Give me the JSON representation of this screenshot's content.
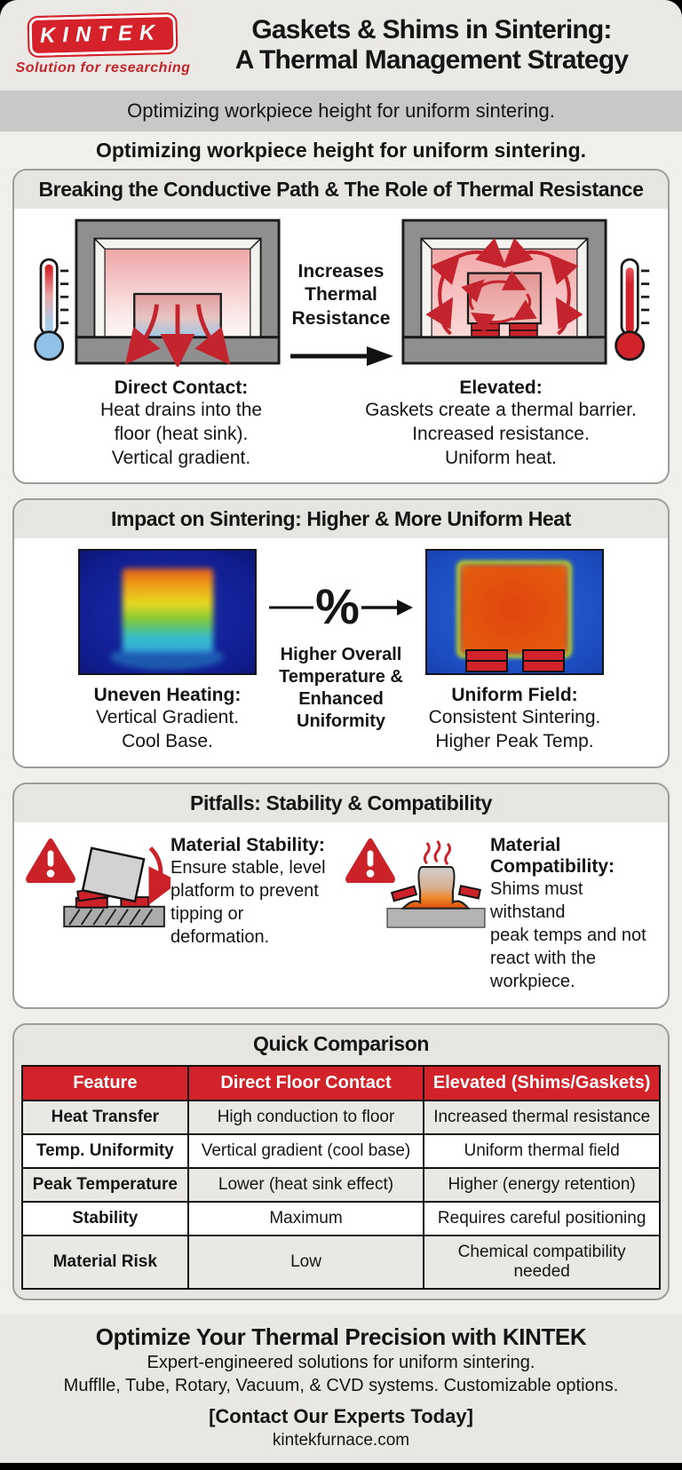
{
  "brand": {
    "logo": "KINTEK",
    "tagline": "Solution for researching"
  },
  "header": {
    "title": "Gaskets & Shims in Sintering:\nA Thermal Management Strategy",
    "subtitle_bar": "Optimizing workpiece height for uniform sintering.",
    "subtitle_bold": "Optimizing workpiece height for uniform sintering."
  },
  "section_conduction": {
    "title": "Breaking the Conductive Path & The Role of Thermal Resistance",
    "left_title": "Direct Contact:",
    "left_text": "Heat drains into the\nfloor (heat sink).\nVertical gradient.",
    "arrow_label": "Increases\nThermal\nResistance",
    "right_title": "Elevated:",
    "right_text": "Gaskets create a thermal barrier.\nIncreased resistance.\nUniform heat."
  },
  "section_impact": {
    "title": "Impact on Sintering: Higher & More Uniform Heat",
    "left_title": "Uneven Heating:",
    "left_text": "Vertical Gradient.\nCool Base.",
    "percent_symbol": "%",
    "arrow_label": "Higher Overall\nTemperature &\nEnhanced\nUniformity",
    "right_title": "Uniform Field:",
    "right_text": "Consistent Sintering.\nHigher Peak Temp."
  },
  "section_pitfalls": {
    "title": "Pitfalls: Stability & Compatibility",
    "stability_title": "Material Stability:",
    "stability_text": "Ensure stable, level\nplatform to prevent\ntipping or deformation.",
    "compatibility_title": "Material Compatibility:",
    "compatibility_text": "Shims must withstand\npeak temps and not\nreact with the workpiece."
  },
  "section_comparison": {
    "title": "Quick Comparison",
    "table": {
      "headers": [
        "Feature",
        "Direct Floor Contact",
        "Elevated (Shims/Gaskets)"
      ],
      "rows": [
        [
          "Heat Transfer",
          "High conduction to floor",
          "Increased thermal resistance"
        ],
        [
          "Temp. Uniformity",
          "Vertical gradient (cool base)",
          "Uniform thermal field"
        ],
        [
          "Peak Temperature",
          "Lower (heat sink effect)",
          "Higher (energy retention)"
        ],
        [
          "Stability",
          "Maximum",
          "Requires careful positioning"
        ],
        [
          "Material Risk",
          "Low",
          "Chemical compatibility needed"
        ]
      ]
    }
  },
  "footer": {
    "title": "Optimize Your Thermal Precision with KINTEK",
    "line1": "Expert-engineered solutions for uniform sintering.",
    "line2": "Mufflle, Tube, Rotary, Vacuum, & CVD systems. Customizable options.",
    "cta": "[Contact Our Experts Today]",
    "website": "kintekfurnace.com"
  },
  "colors": {
    "brand_red": "#d2232a",
    "arrow_red": "#c3242e",
    "table_header_bg": "#d2232a",
    "page_bg": "#f1efec",
    "bar_gray": "#c8c8c8",
    "card_header_gray": "#e6e5e2"
  }
}
